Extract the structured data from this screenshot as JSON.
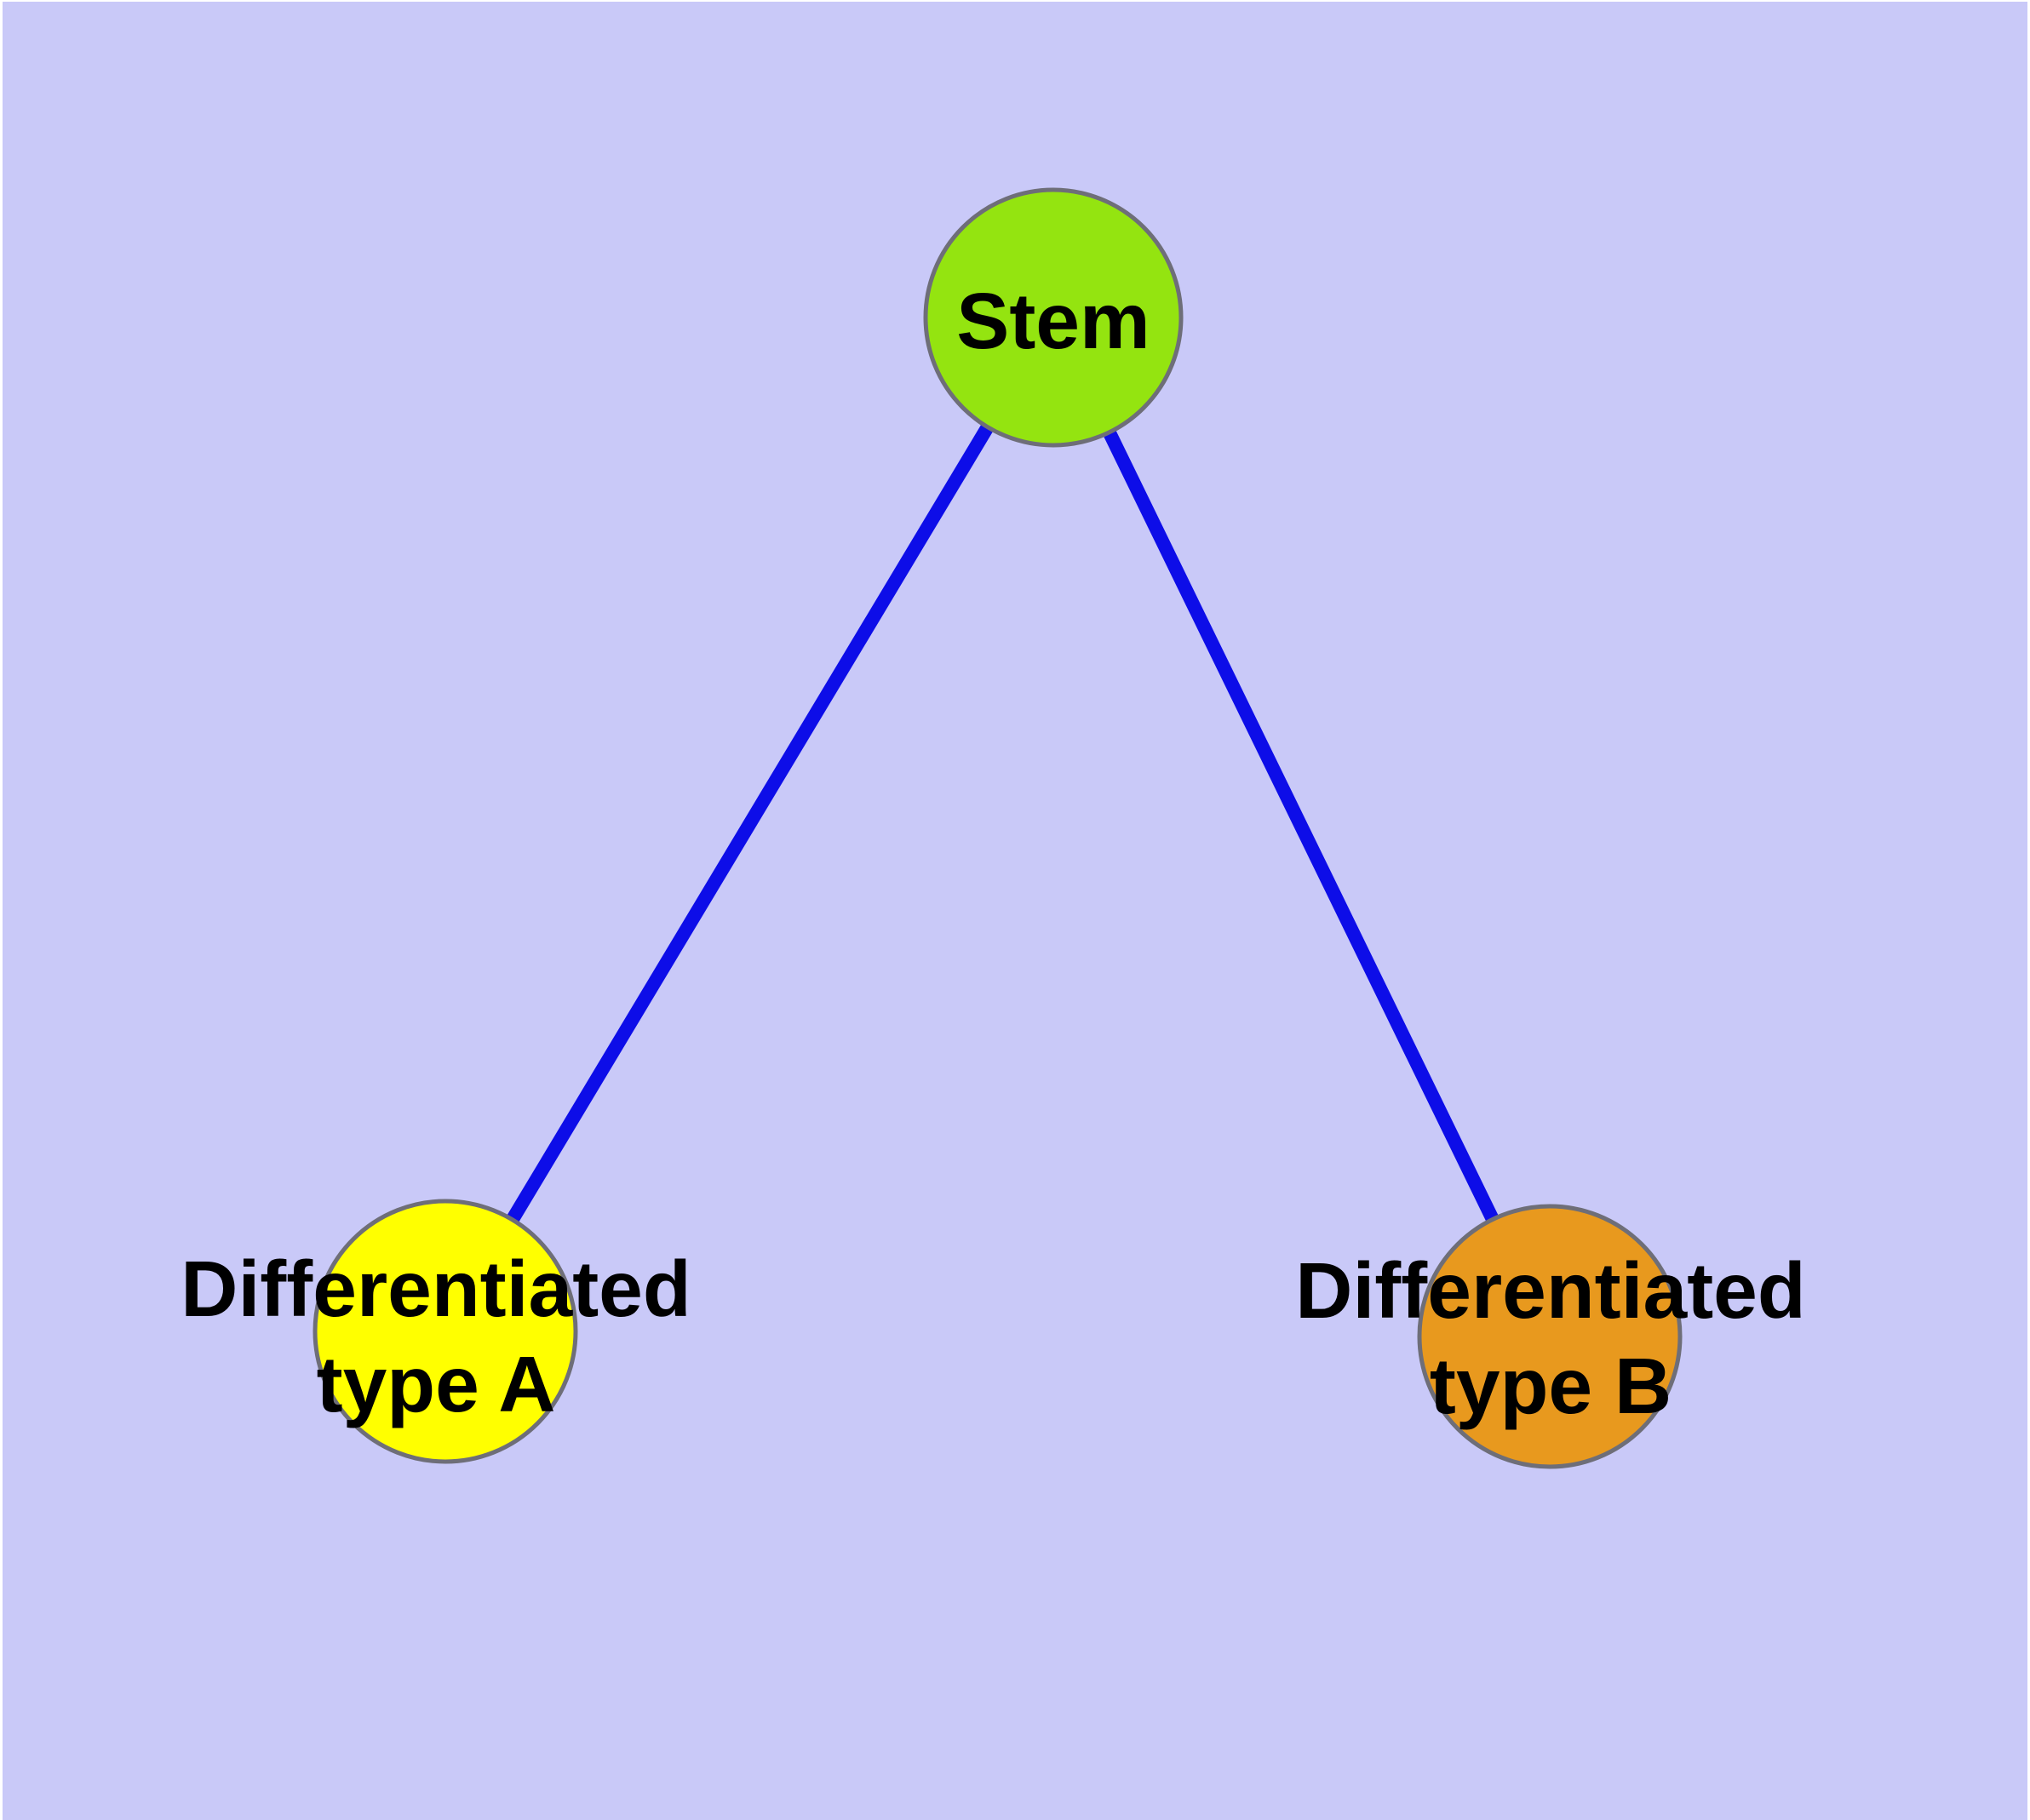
{
  "figure": {
    "background_color": "#C9C9F8",
    "frame_color": "#FFFFFF",
    "edge_color": "#0D0DE8",
    "node_border_color": "#6E6E78",
    "label_color": "#000000",
    "nodes": [
      {
        "id": "stem",
        "label": "Stem",
        "fill_color": "#94E410"
      },
      {
        "id": "differentiated-type-a",
        "label_line1": "Differentiated",
        "label_line2": "type A",
        "fill_color": "#FFFF00"
      },
      {
        "id": "differentiated-type-b",
        "label_line1": "Differentiated",
        "label_line2": "type B",
        "fill_color": "#E8991E"
      }
    ],
    "edges": [
      {
        "from": "Stem",
        "to": "Differentiated type A"
      },
      {
        "from": "Stem",
        "to": "Differentiated type B"
      }
    ]
  }
}
